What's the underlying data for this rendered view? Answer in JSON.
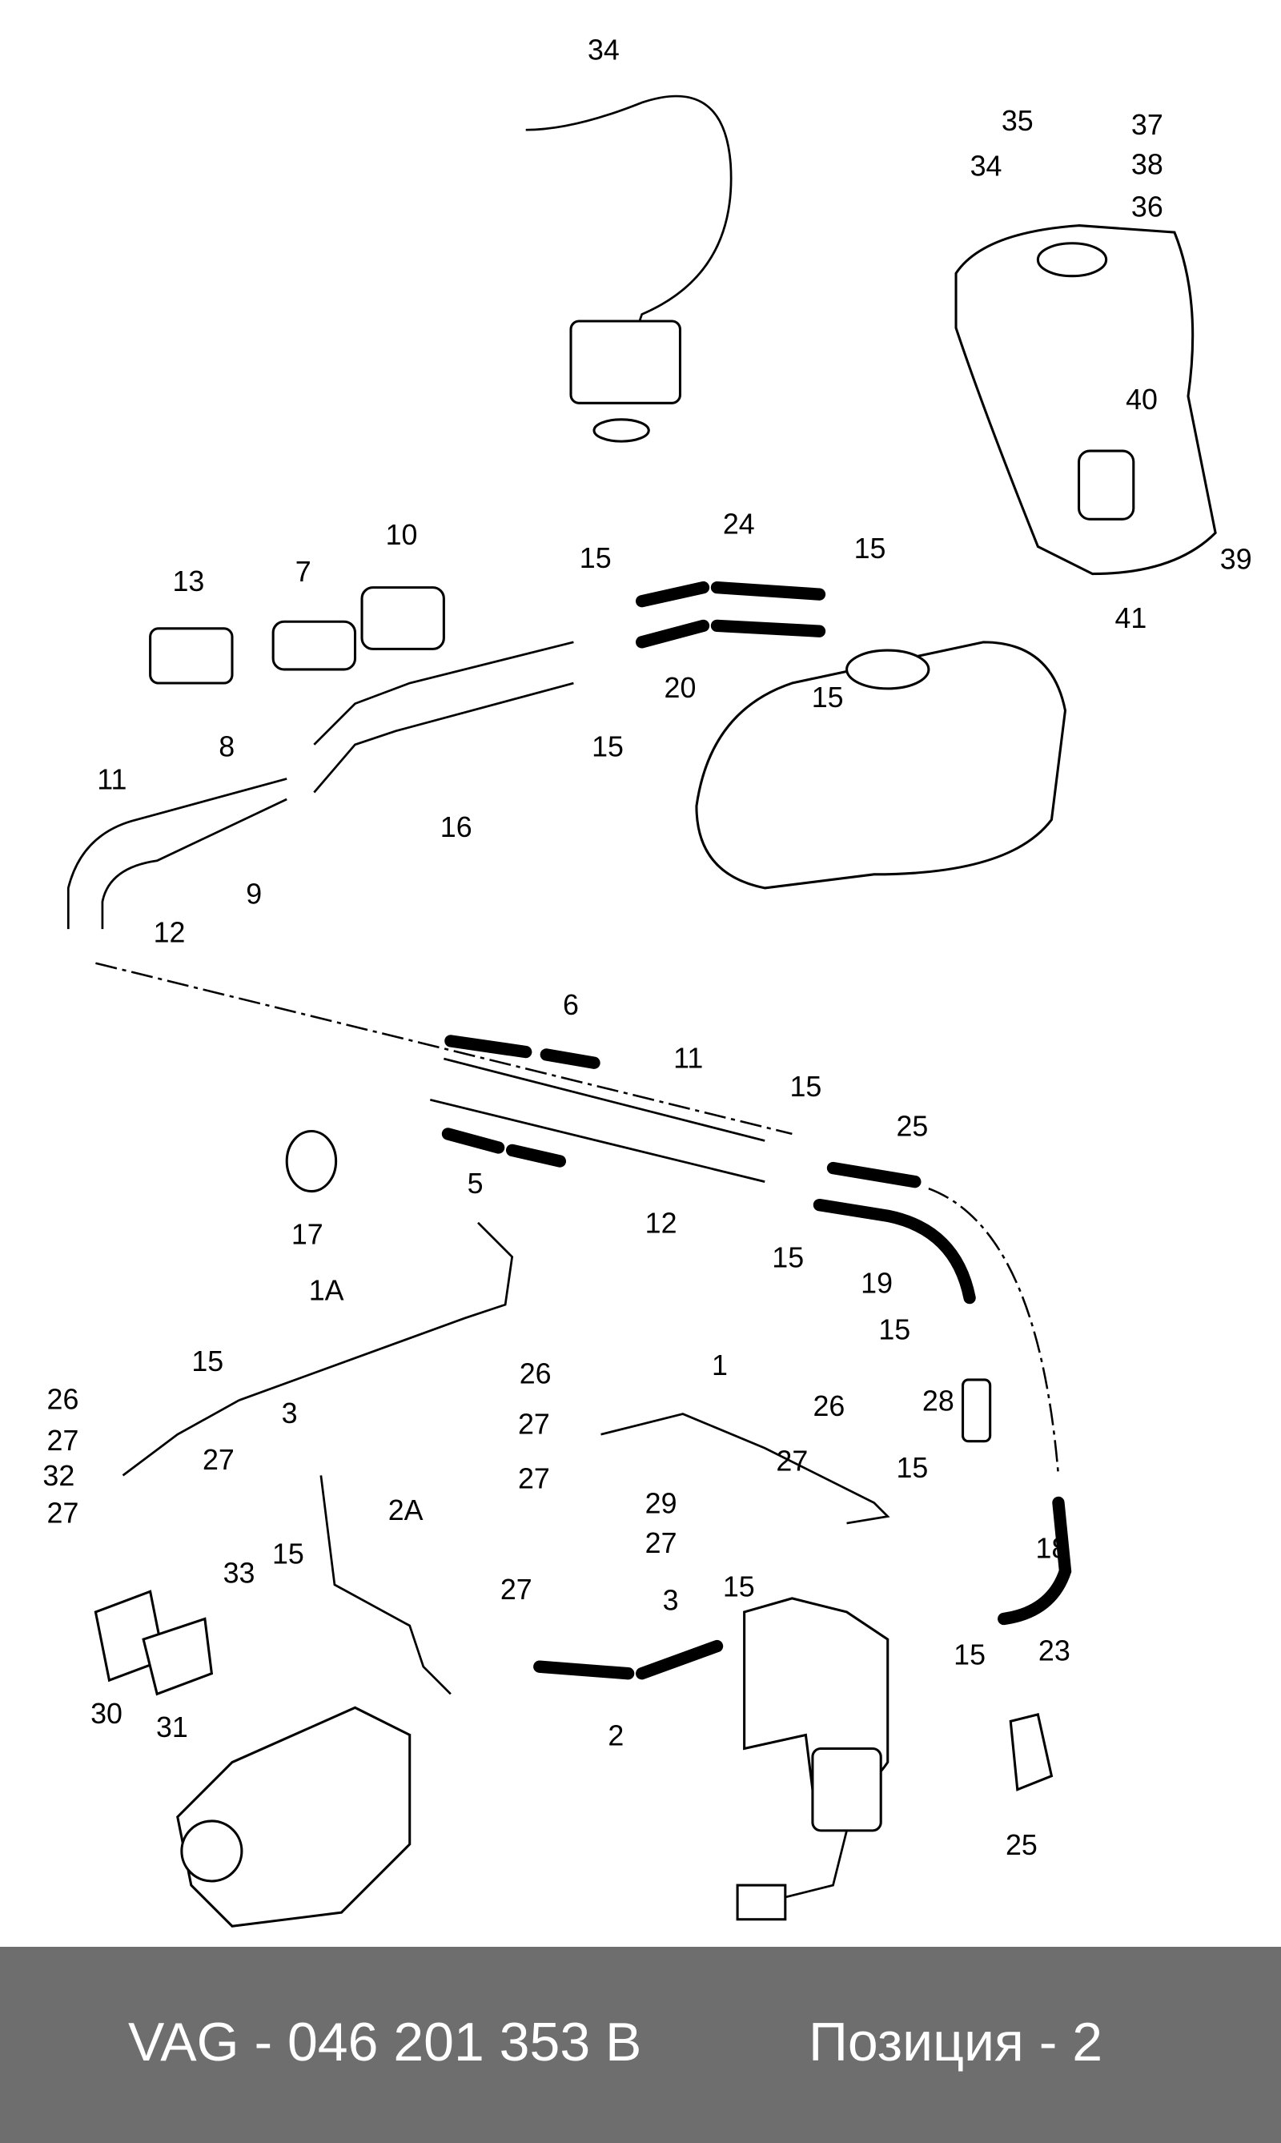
{
  "diagram": {
    "callouts": [
      "34",
      "35",
      "37",
      "34",
      "38",
      "36",
      "40",
      "39",
      "41",
      "10",
      "13",
      "7",
      "24",
      "15",
      "15",
      "20",
      "15",
      "15",
      "8",
      "11",
      "16",
      "9",
      "12",
      "6",
      "11",
      "15",
      "25",
      "5",
      "12",
      "15",
      "19",
      "17",
      "1A",
      "15",
      "28",
      "15",
      "26",
      "26",
      "1",
      "26",
      "3",
      "27",
      "27",
      "32",
      "27",
      "27",
      "27",
      "15",
      "29",
      "2A",
      "27",
      "27",
      "18",
      "15",
      "33",
      "15",
      "27",
      "3",
      "23",
      "15",
      "30",
      "31",
      "2",
      "25"
    ]
  },
  "footer": {
    "part_number": "VAG - 046 201 353 B",
    "position": "Позиция - 2"
  }
}
